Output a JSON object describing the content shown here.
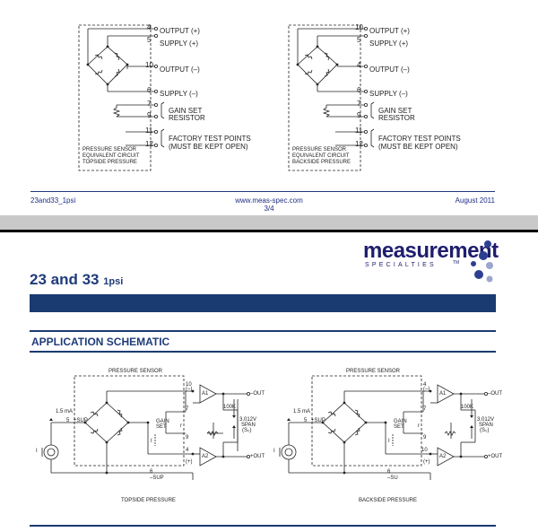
{
  "top_page": {
    "left_circuit": {
      "pins": [
        {
          "num": "4",
          "label": "OUTPUT (+)"
        },
        {
          "num": "5",
          "label": "SUPPLY (+)"
        },
        {
          "num": "10",
          "label": "OUTPUT (–)"
        },
        {
          "num": "6",
          "label": "SUPPLY (–)"
        },
        {
          "num": "7",
          "label": "GAIN SET"
        },
        {
          "num": "9",
          "label": "RESISTOR"
        },
        {
          "num": "11",
          "label": "FACTORY TEST POINTS"
        },
        {
          "num": "12",
          "label": "(MUST BE KEPT OPEN)"
        }
      ],
      "caption": [
        "PRESSURE SENSOR",
        "EQUIVALENT CIRCUIT",
        "TOPSIDE PRESSURE"
      ]
    },
    "right_circuit": {
      "pins": [
        {
          "num": "10",
          "label": "OUTPUT (+)"
        },
        {
          "num": "5",
          "label": "SUPPLY (+)"
        },
        {
          "num": "4",
          "label": "OUTPUT (–)"
        },
        {
          "num": "6",
          "label": "SUPPLY (–)"
        },
        {
          "num": "7",
          "label": "GAIN SET"
        },
        {
          "num": "9",
          "label": "RESISTOR"
        },
        {
          "num": "11",
          "label": "FACTORY TEST POINTS"
        },
        {
          "num": "12",
          "label": "(MUST BE KEPT OPEN)"
        }
      ],
      "caption": [
        "PRESSURE SENSOR",
        "EQUIVALENT CIRCUIT",
        "BACKSIDE PRESSURE"
      ]
    },
    "footer": {
      "left": "23and33_1psi",
      "center": "www.meas-spec.com",
      "page": "3/4",
      "right": "August 2011"
    }
  },
  "bottom_page": {
    "logo": {
      "main": "measurement",
      "sub": "SPECIALTIES",
      "tm": "TM"
    },
    "title_main": "23 and 33",
    "title_small": "1psi",
    "section_heading": "APPLICATION SCHEMATIC",
    "left_schematic": {
      "sensor_label": "PRESSURE SENSOR",
      "current": "1.5 mA",
      "sup_plus": "+SUP",
      "sup_minus": "–SUP",
      "gain_set": [
        "GAIN",
        "SET"
      ],
      "r_value": "100K",
      "span": [
        "3.012V",
        "SPAN",
        "(S₀)"
      ],
      "out_minus": "–OUT",
      "out_plus": "+OUT",
      "caption": "TOPSIDE PRESSURE",
      "pins": {
        "a": "10",
        "b": "7",
        "c": "9",
        "d": "4",
        "e": "5",
        "f": "6"
      },
      "pin_signs": {
        "top": "(–)",
        "bottom": "(+)"
      },
      "amp1": "A1",
      "amp2": "A2",
      "i": "I",
      "rr": "r"
    },
    "right_schematic": {
      "sensor_label": "PRESSURE SENSOR",
      "current": "1.5 mA",
      "sup_plus": "+SUP",
      "sup_minus": "–SU",
      "gain_set": [
        "GAIN",
        "SET"
      ],
      "r_value": "100K",
      "span": [
        "3.012V",
        "SPAN",
        "(S₀)"
      ],
      "out_minus": "–OUT",
      "out_plus": "+OUT",
      "caption": "BACKSIDE PRESSURE",
      "pins": {
        "a": "4",
        "b": "7",
        "c": "9",
        "d": "10",
        "e": "5",
        "f": "6"
      },
      "pin_signs": {
        "top": "(–)",
        "bottom": "(+)"
      },
      "amp1": "A1",
      "amp2": "A2",
      "i": "I",
      "rr": "r"
    }
  }
}
